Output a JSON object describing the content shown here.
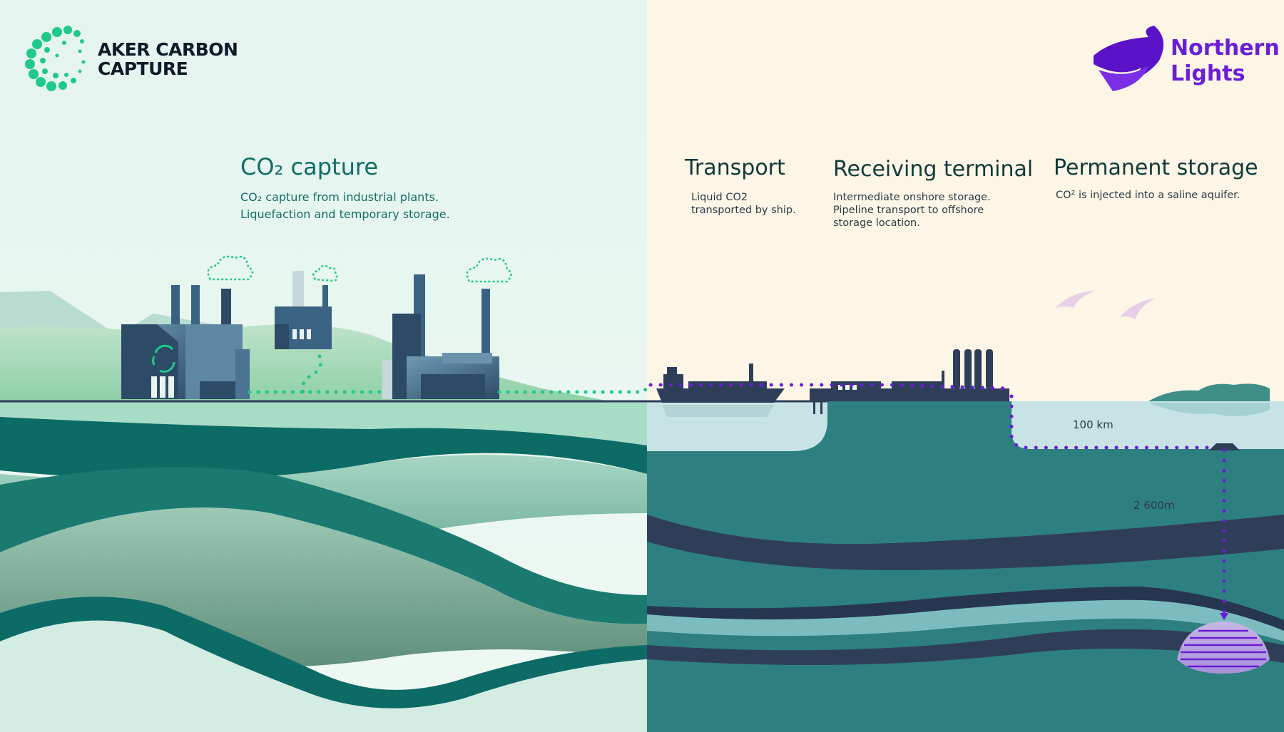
{
  "brands": {
    "left_logo_text": "AKER CARBON\nCAPTURE",
    "right_logo_text": "Northern\nLights"
  },
  "stages": [
    {
      "title": "CO₂ capture",
      "desc": "CO₂ capture from industrial plants.\nLiquefaction and temporary storage."
    },
    {
      "title": "Transport",
      "desc": "Liquid CO2\ntransported by ship."
    },
    {
      "title": "Receiving terminal",
      "desc": "Intermediate onshore storage.\nPipeline transport to offshore\nstorage location."
    },
    {
      "title": "Permanent storage",
      "desc": "CO² is injected into a saline aquifer."
    }
  ],
  "labels": {
    "pipeline_distance": "100 km",
    "injection_depth": "2 600m"
  },
  "colors": {
    "left_bg": "#e6f5ef",
    "right_bg": "#fdf5e6",
    "capture_green": "#1fc98a",
    "northern_purple": "#6a1ed6",
    "deep_teal": "#0d6b66",
    "sea_teal": "#2e8080",
    "navy_layer": "#2f3e58"
  },
  "icons": [
    "aker-dots-logo-icon",
    "northern-lights-swoosh-icon",
    "cloud-icon",
    "factory-icon",
    "ship-icon",
    "terminal-icon",
    "bird-icon",
    "recycle-icon"
  ]
}
